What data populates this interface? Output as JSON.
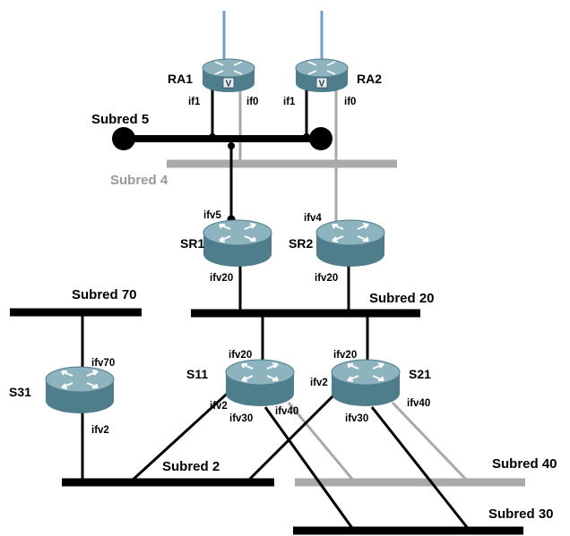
{
  "colors": {
    "black": "#000000",
    "gray": "#a9a9a9",
    "gray_text": "#999999",
    "uplink_blue": "#6d9fd4",
    "router_top": "#7fa8b4",
    "router_side": "#4e7e8c"
  },
  "subnets": {
    "subred5": "Subred 5",
    "subred4": "Subred 4",
    "subred70": "Subred 70",
    "subred20": "Subred 20",
    "subred2": "Subred 2",
    "subred40": "Subred 40",
    "subred30": "Subred 30"
  },
  "routers": {
    "ra1": {
      "label": "RA1",
      "badge": "V",
      "if_left": "if1",
      "if_right": "if0"
    },
    "ra2": {
      "label": "RA2",
      "badge": "V",
      "if_left": "if1",
      "if_right": "if0"
    },
    "sr1": {
      "label": "SR1",
      "if_top": "ifv5",
      "if_bottom": "ifv20"
    },
    "sr2": {
      "label": "SR2",
      "if_top": "ifv4",
      "if_bottom": "ifv20"
    },
    "s31": {
      "label": "S31",
      "if_top": "ifv70",
      "if_bottom": "ifv2"
    },
    "s11": {
      "label": "S11",
      "if_top": "ifv20",
      "if_left": "ifv2",
      "if_mid": "ifv30",
      "if_right": "ifv40"
    },
    "s21": {
      "label": "S21",
      "if_top": "ifv20",
      "if_left": "ifv2",
      "if_mid": "ifv30",
      "if_right": "ifv40"
    }
  }
}
